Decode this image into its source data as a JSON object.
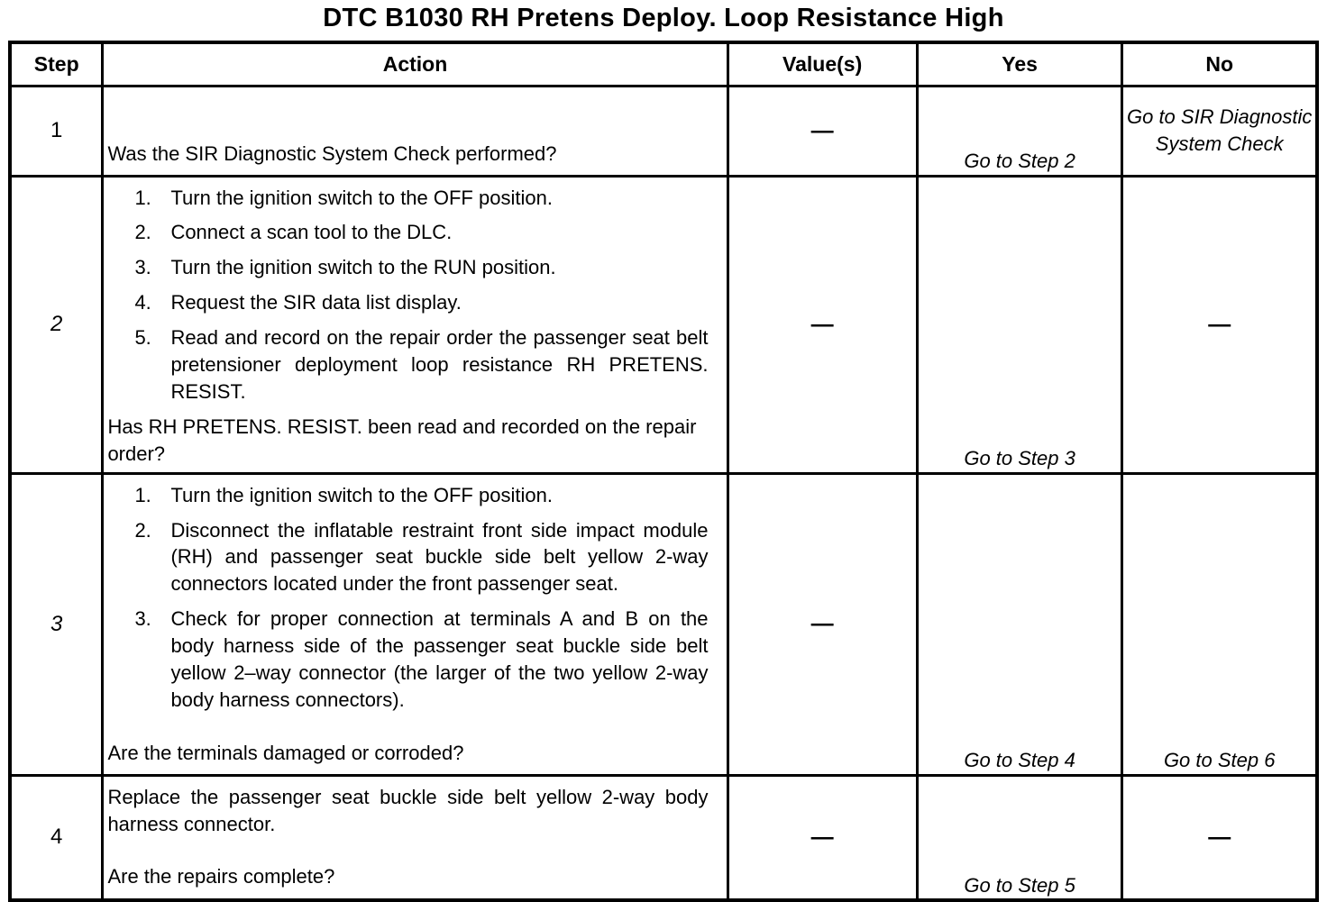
{
  "title": "DTC B1030 RH Pretens Deploy. Loop Resistance High",
  "table": {
    "headers": [
      "Step",
      "Action",
      "Value(s)",
      "Yes",
      "No"
    ],
    "rows": [
      {
        "step": "1",
        "question": "Was the SIR Diagnostic System Check performed?",
        "value": "—",
        "yes": "Go to Step 2",
        "no": "Go to SIR Diagnostic System Check"
      },
      {
        "step": "2",
        "action_items": [
          {
            "num": "1.",
            "text": "Turn the ignition switch to the OFF position."
          },
          {
            "num": "2.",
            "text": "Connect a scan tool to the DLC."
          },
          {
            "num": "3.",
            "text": "Turn the ignition switch to the RUN position."
          },
          {
            "num": "4.",
            "text": "Request the SIR data list display."
          },
          {
            "num": "5.",
            "text": "Read and record on the repair order the passenger seat belt pretensioner deployment loop resistance RH PRETENS. RESIST."
          }
        ],
        "question": "Has RH PRETENS. RESIST. been read and recorded on the repair order?",
        "value": "—",
        "yes": "Go to Step 3",
        "no": "—"
      },
      {
        "step": "3",
        "action_items": [
          {
            "num": "1.",
            "text": "Turn the ignition switch to the OFF position."
          },
          {
            "num": "2.",
            "text": "Disconnect the inflatable restraint front side impact module (RH) and passenger seat buckle side belt yellow 2-way connectors located under the front passenger seat."
          },
          {
            "num": "3.",
            "text": "Check for proper connection at terminals A and B on the body harness side of the passenger seat buckle side belt yellow 2–way connector (the larger of the two yellow 2-way body harness connectors)."
          }
        ],
        "question": "Are the terminals damaged or corroded?",
        "value": "—",
        "yes": "Go to Step 4",
        "no": "Go to Step 6"
      },
      {
        "step": "4",
        "action_lead": "Replace the passenger seat buckle side belt yellow 2-way body harness connector.",
        "question": "Are the repairs complete?",
        "value": "—",
        "yes": "Go to Step 5",
        "no": "—"
      }
    ]
  }
}
